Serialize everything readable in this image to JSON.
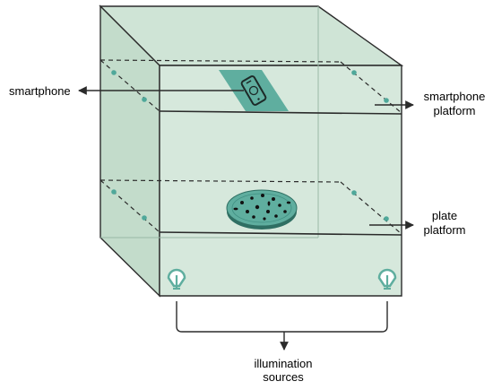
{
  "labels": {
    "smartphone": "smartphone",
    "smartphone_platform_line1": "smartphone",
    "smartphone_platform_line2": "platform",
    "plate_platform_line1": "plate",
    "plate_platform_line2": "platform",
    "illumination_line1": "illumination",
    "illumination_line2": "sources"
  },
  "colors": {
    "box_front": "#d6e8dc",
    "box_side": "#c3dccb",
    "box_top": "#cfe4d6",
    "edge": "#2b2b2b",
    "accent": "#4fa89a",
    "petri_dish": "#5fae9f",
    "petri_dots": "#111111"
  },
  "icons": {
    "phone": "smartphone-icon",
    "dish": "petri-dish-icon",
    "lamp": "lamp-icon"
  }
}
